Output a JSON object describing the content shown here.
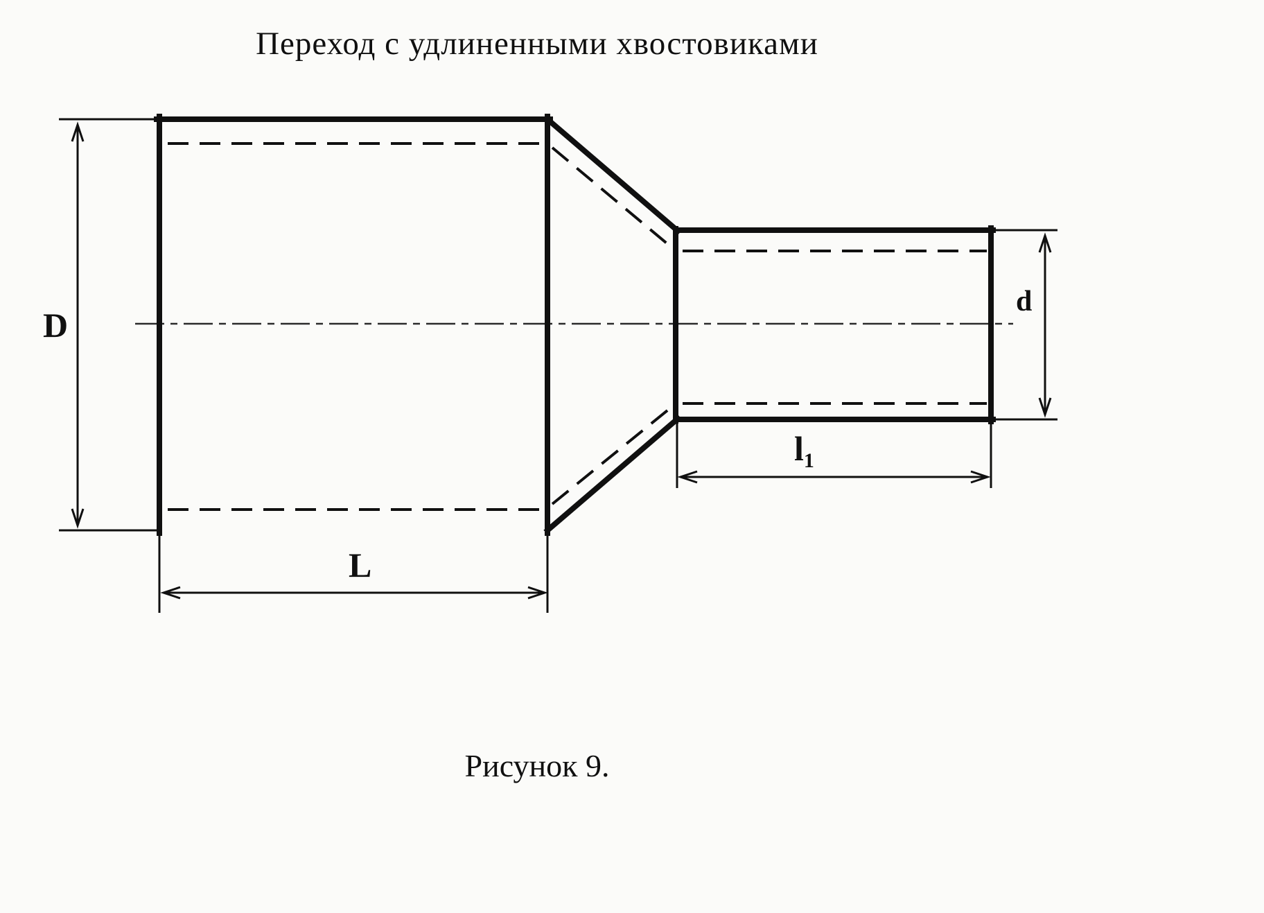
{
  "title": "Переход с удлиненными хвостовиками",
  "caption": "Рисунок 9.",
  "dims": {
    "D": "D",
    "d": "d",
    "L": "L",
    "l1_base": "l",
    "l1_sub": "1"
  },
  "colors": {
    "ink": "#101010",
    "paper": "#fbfbf9"
  }
}
